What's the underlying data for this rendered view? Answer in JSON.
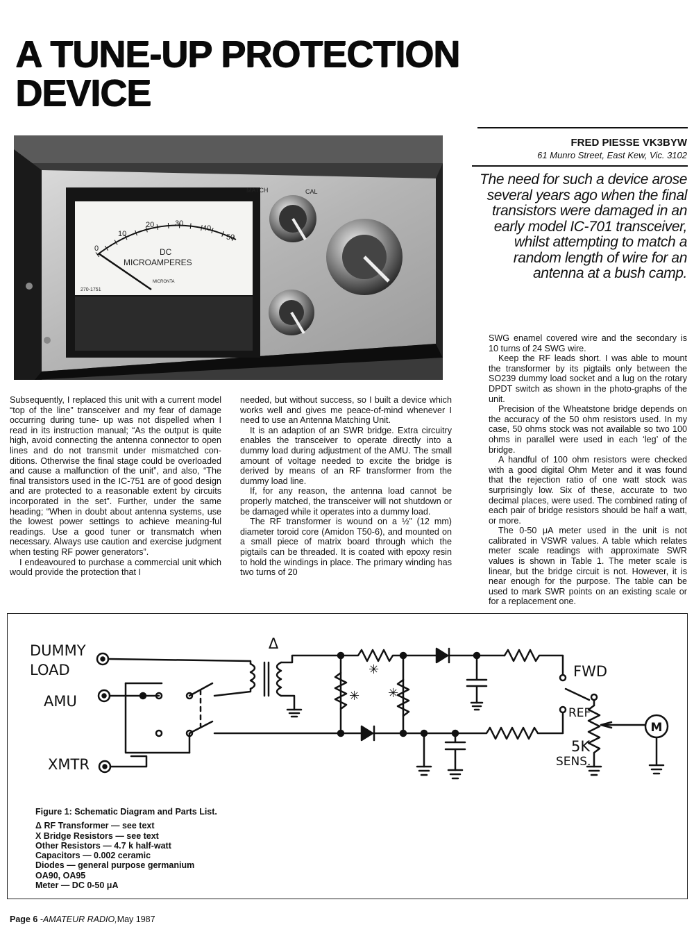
{
  "title": "A TUNE-UP PROTECTION DEVICE",
  "author": "FRED PIESSE VK3BYW",
  "address": "61 Munro Street, East Kew, Vic. 3102",
  "pull_quote": "The need for such a device arose several years ago when the final transistors were damaged in an early model IC-701 transceiver, whilst attempting to match a random length of wire for an antenna at a bush camp.",
  "photo": {
    "panel_labels": [
      "MATCH",
      "CAL"
    ],
    "meter_scale": [
      "0",
      "10",
      "20",
      "30",
      "40",
      "50"
    ],
    "meter_units_top": "DC",
    "meter_units_bottom": "MICROAMPERES",
    "meter_model": "270-1751",
    "meter_brand": "MICRONTA"
  },
  "column1": [
    "Subsequently, I replaced this unit with a current model “top of the line” transceiver and my fear of damage occurring during tune- up was not dispelled when I read in its instruction manual; “As the output is quite high, avoid connecting the antenna connector to open lines and do not transmit under mismatched con-ditions. Otherwise the final stage could be overloaded and cause a malfunction of the unit”, and also, “The final transistors used in the IC-751 are of good design and are protected to a reasonable extent by circuits incorporated in the set”. Further, under the same heading; “When in doubt about antenna systems, use the lowest power settings to achieve meaning-ful readings. Use a good tuner or transmatch when necessary. Always use caution and exercise judgment when testing RF power generators”.",
    "I endeavoured to purchase a commercial unit which would provide the protection that I"
  ],
  "column2": [
    "needed, but without success, so I built a device which works well and gives me peace-of-mind whenever I need to use an Antenna Matching Unit.",
    "It is an adaption of an SWR bridge. Extra circuitry enables the transceiver to operate directly into a dummy load during adjustment of the AMU. The small amount of voltage needed to excite the bridge is derived by means of an RF transformer from the dummy load line.",
    "If, for any reason, the antenna load cannot be properly matched, the transceiver will not shutdown or be damaged while it operates into a dummy load.",
    "The RF transformer is wound on a ½” (12 mm) diameter toroid core (Amidon T50-6), and mounted on a small piece of matrix board through which the pigtails can be threaded. It is coated with epoxy resin to hold the windings in place. The primary winding has two turns of 20"
  ],
  "column3": [
    "SWG enamel covered wire and the secondary is 10 turns of 24 SWG wire.",
    "Keep the RF leads short. I was able to mount the transformer by its pigtails only between the SO239 dummy load socket and a lug on the rotary DPDT switch as shown in the photo-graphs of the unit.",
    "Precision of the Wheatstone bridge depends on the accuracy of the 50 ohm resistors used. In my case, 50 ohms stock was not available so two 100 ohms in parallel were used in each ‘leg’ of the bridge.",
    "A handful of 100 ohm resistors were checked with a good digital Ohm Meter and it was found that the rejection ratio of one watt stock was surprisingly low. Six of these, accurate to two decimal places, were used. The combined rating of each pair of bridge resistors should be half a watt, or more.",
    "The 0-50 μA meter used in the unit is not calibrated in VSWR values. A table which relates meter scale readings with approximate SWR values is shown in Table 1. The meter scale is linear, but the bridge circuit is not. However, it is near enough for the purpose. The table can be used to mark SWR points on an existing scale or for a replacement one."
  ],
  "schematic": {
    "label_dummy": "DUMMY",
    "label_load": "LOAD",
    "label_amu": "AMU",
    "label_xmtr": "XMTR",
    "label_fwd": "FWD",
    "label_ref": "REF",
    "label_5k": "5K",
    "label_sens": "SENS.",
    "label_meter": "M",
    "label_delta": "Δ",
    "label_star": "✳"
  },
  "figure_caption": {
    "title": "Figure 1: Schematic Diagram and Parts List.",
    "items": [
      "Δ RF Transformer — see text",
      "X Bridge Resistors — see text",
      "Other Resistors — 4.7 k half-watt",
      "Capacitors — 0.002 ceramic",
      "Diodes — general purpose germanium",
      "OA90, OA95",
      "Meter — DC 0-50 μA"
    ]
  },
  "footer": {
    "page": "Page 6",
    "magazine": "-AMATEUR RADIO,",
    "date": "May 1987"
  }
}
